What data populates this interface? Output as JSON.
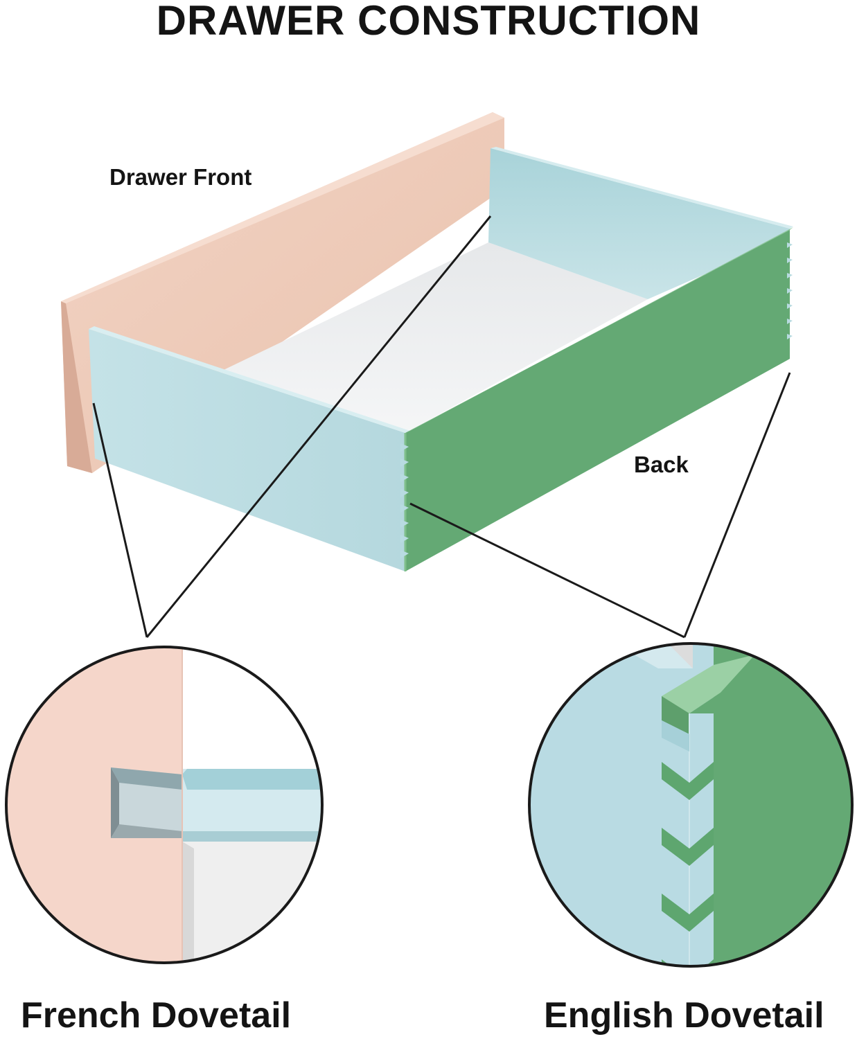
{
  "title": "DRAWER CONSTRUCTION",
  "labels": {
    "drawer_front": "Drawer Front",
    "back": "Back",
    "french_dovetail": "French Dovetail",
    "english_dovetail": "English Dovetail"
  },
  "colors": {
    "front_panel": "#ecc8b6",
    "side_panel": "#b8dbe1",
    "back_panel": "#64a974",
    "drawer_bottom": "#f1f2f3",
    "leader_lines": "#1a1a1a",
    "text": "#141414"
  }
}
